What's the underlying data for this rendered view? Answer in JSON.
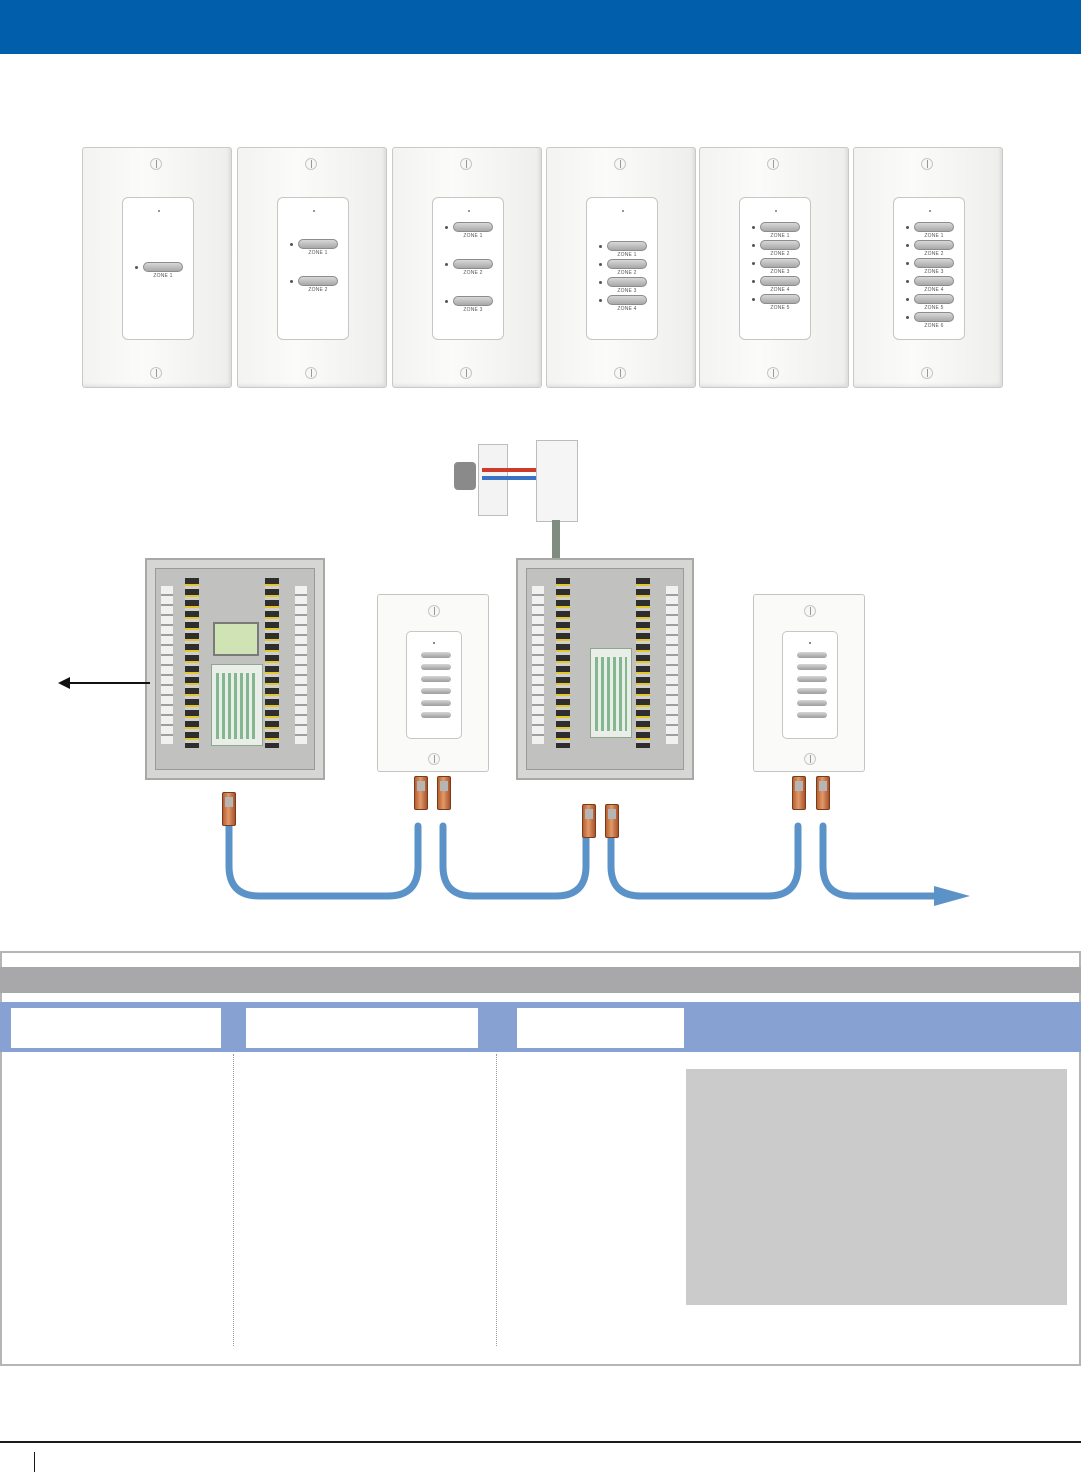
{
  "plates": [
    {
      "zones": [
        "ZONE 1"
      ]
    },
    {
      "zones": [
        "ZONE 1",
        "ZONE 2"
      ]
    },
    {
      "zones": [
        "ZONE 1",
        "ZONE 2",
        "ZONE 3"
      ]
    },
    {
      "zones": [
        "ZONE 1",
        "ZONE 2",
        "ZONE 3",
        "ZONE 4"
      ]
    },
    {
      "zones": [
        "ZONE 1",
        "ZONE 2",
        "ZONE 3",
        "ZONE 4",
        "ZONE 5"
      ]
    },
    {
      "zones": [
        "ZONE 1",
        "ZONE 2",
        "ZONE 3",
        "ZONE 4",
        "ZONE 5",
        "ZONE 6"
      ]
    }
  ],
  "colors": {
    "header_band": "#005eab",
    "table_header_band": "#87a1d3",
    "gray_bar": "#a8a8aa",
    "note_box": "#cbcbcc",
    "network_cable": "#5b93c9"
  }
}
